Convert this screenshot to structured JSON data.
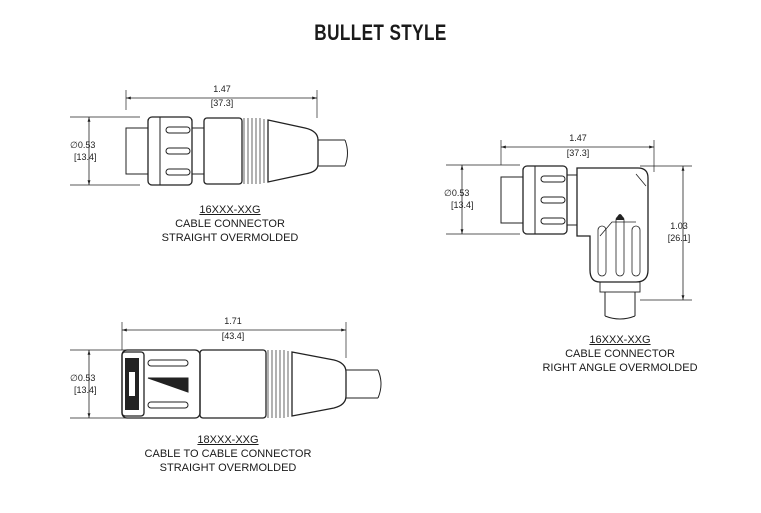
{
  "title": "BULLET STYLE",
  "connectors": [
    {
      "id": "straight",
      "part_number": "16XXX-XXG",
      "line1": "CABLE CONNECTOR",
      "line2": "STRAIGHT OVERMOLDED",
      "length_in": "1.47",
      "length_mm": "[37.3]",
      "dia_in": "∅0.53",
      "dia_mm": "[13.4]"
    },
    {
      "id": "right-angle",
      "part_number": "16XXX-XXG",
      "line1": "CABLE CONNECTOR",
      "line2": "RIGHT ANGLE OVERMOLDED",
      "length_in": "1.47",
      "length_mm": "[37.3]",
      "dia_in": "∅0.53",
      "dia_mm": "[13.4]",
      "height_in": "1.03",
      "height_mm": "[26.1]"
    },
    {
      "id": "cable-to-cable",
      "part_number": "18XXX-XXG",
      "line1": "CABLE TO CABLE CONNECTOR",
      "line2": "STRAIGHT OVERMOLDED",
      "length_in": "1.71",
      "length_mm": "[43.4]",
      "dia_in": "∅0.53",
      "dia_mm": "[13.4]"
    }
  ]
}
